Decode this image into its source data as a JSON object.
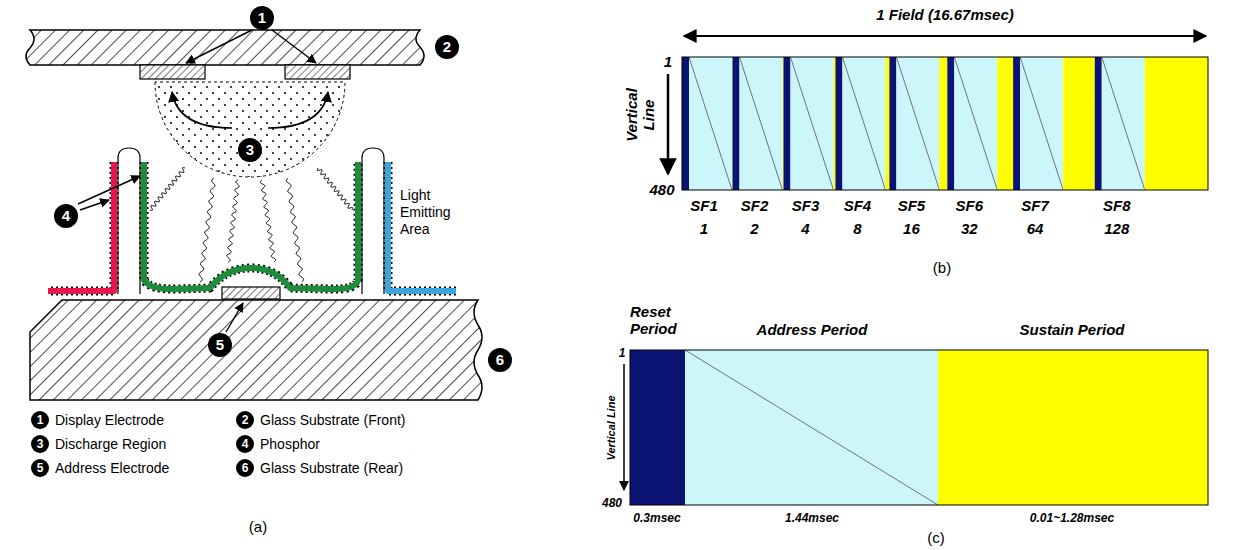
{
  "diagram": {
    "labels": [
      "1",
      "2",
      "3",
      "4",
      "5",
      "6",
      "Light Emitting Area",
      "1",
      "Display Electrode",
      "2",
      "Glass Substrate (Front)",
      "3",
      "Discharge Region",
      "4",
      "Phosphor",
      "5",
      "Address Electrode",
      "6",
      "Glass Substrate (Rear)",
      "(a)",
      "1 Field (16.67msec)",
      "Vertical Line",
      "1",
      "480",
      "SF1",
      "SF2",
      "SF3",
      "SF4",
      "SF5",
      "SF6",
      "SF7",
      "SF8",
      "1",
      "2",
      "4",
      "8",
      "16",
      "32",
      "64",
      "128",
      "(b)",
      "Reset Period",
      "Address Period",
      "Sustain Period",
      "Vertical Line",
      "1",
      "480",
      "0.3msec",
      "1.44msec",
      "0.01~1.28msec",
      "(c)"
    ]
  }
}
